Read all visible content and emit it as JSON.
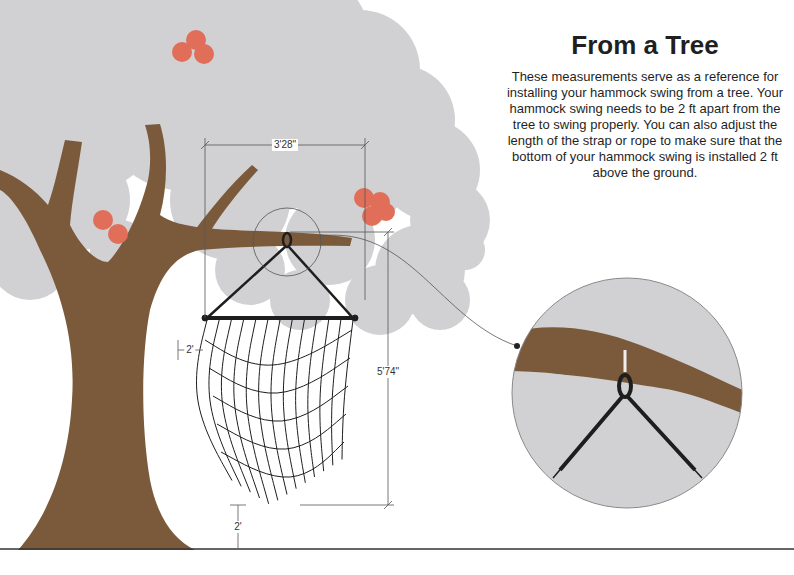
{
  "diagram": {
    "title": "From a Tree",
    "caption": "These measurements serve as a reference for installing your hammock swing from a tree. Your hammock swing needs to be 2 ft apart from the tree to swing properly. You can also adjust the length of the strap or rope to make sure that the bottom of your hammock swing is installed 2 ft above the ground.",
    "labels": [
      "3'28\"",
      "2'",
      "5'74\"",
      "2'"
    ]
  }
}
